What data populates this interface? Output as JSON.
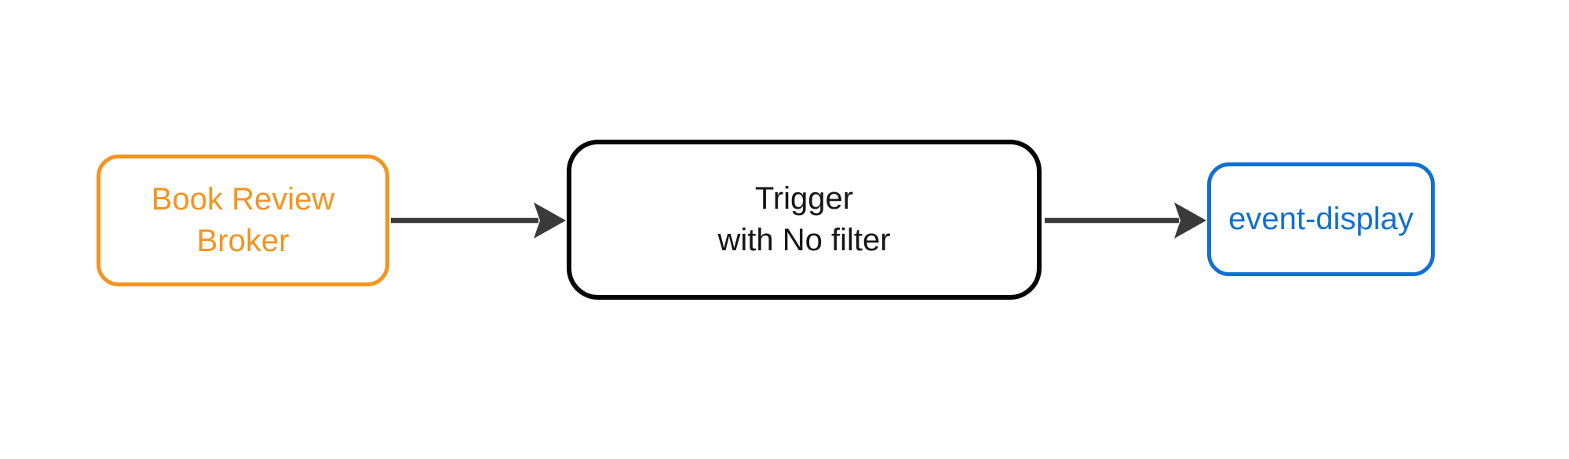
{
  "diagram": {
    "background_color": "#ffffff",
    "edge_color": "#3a3a3a",
    "nodes": [
      {
        "id": "book-review-broker",
        "label_line1": "Book Review",
        "label_line2": "Broker",
        "color": "#f5941e",
        "border_color": "#f5941e",
        "shape": "rounded-rectangle"
      },
      {
        "id": "trigger",
        "label_line1": "Trigger",
        "label_line2": "with No filter",
        "color": "#161616",
        "border_color": "#050505",
        "shape": "rounded-rectangle"
      },
      {
        "id": "event-display",
        "label_line1": "event-display",
        "color": "#1170d2",
        "border_color": "#1170d2",
        "shape": "rounded-rectangle"
      }
    ],
    "edges": [
      {
        "from": "book-review-broker",
        "to": "trigger"
      },
      {
        "from": "trigger",
        "to": "event-display"
      }
    ]
  }
}
